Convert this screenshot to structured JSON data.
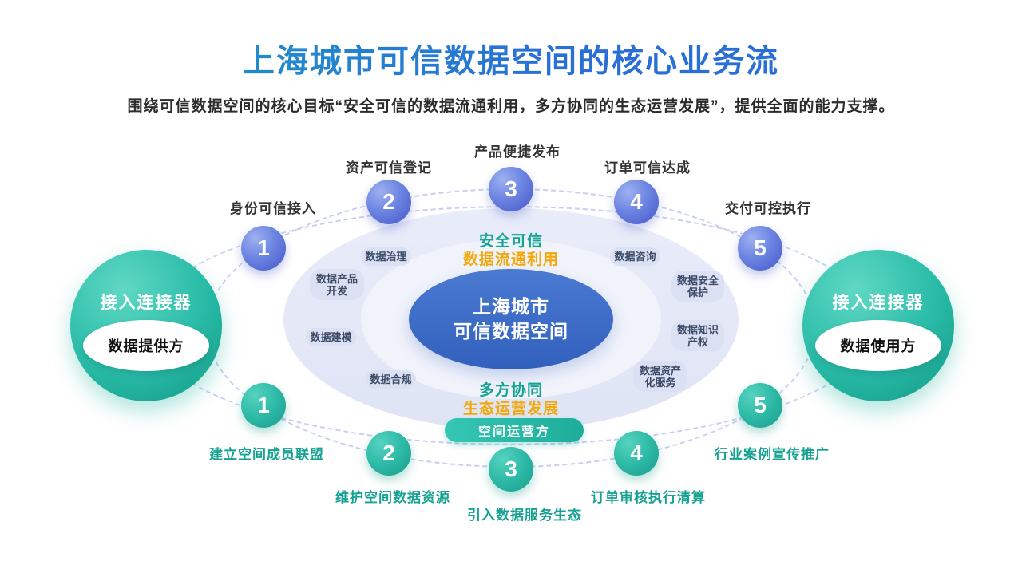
{
  "page": {
    "title": "上海城市可信数据空间的核心业务流",
    "subtitle": "围绕可信数据空间的核心目标“安全可信的数据流通利用，多方协同的生态运营发展”，提供全面的能力支撑。"
  },
  "top_steps": [
    {
      "num": "1",
      "label": "身份可信接入"
    },
    {
      "num": "2",
      "label": "资产可信登记"
    },
    {
      "num": "3",
      "label": "产品便捷发布"
    },
    {
      "num": "4",
      "label": "订单可信达成"
    },
    {
      "num": "5",
      "label": "交付可控执行"
    }
  ],
  "bottom_steps": [
    {
      "num": "1",
      "label": "建立空间成员联盟"
    },
    {
      "num": "2",
      "label": "维护空间数据资源"
    },
    {
      "num": "3",
      "label": "引入数据服务生态"
    },
    {
      "num": "4",
      "label": "订单审核执行清算"
    },
    {
      "num": "5",
      "label": "行业案例宣传推广"
    }
  ],
  "center": {
    "line1": "上海城市",
    "line2": "可信数据空间",
    "top_caption_main": "安全可信",
    "top_caption_sub": "数据流通利用",
    "bottom_caption_main": "多方协同",
    "bottom_caption_sub": "生态运营发展",
    "operator": "空间运营方"
  },
  "capability_pills": [
    {
      "text": "数据治理"
    },
    {
      "text": "数据产品\n开发"
    },
    {
      "text": "数据建模"
    },
    {
      "text": "数据合规"
    },
    {
      "text": "数据咨询"
    },
    {
      "text": "数据安全\n保护"
    },
    {
      "text": "数据知识\n产权"
    },
    {
      "text": "数据资产\n化服务"
    }
  ],
  "connectors": {
    "left": {
      "title": "接入连接器",
      "role": "数据提供方"
    },
    "right": {
      "title": "接入连接器",
      "role": "数据使用方"
    }
  },
  "colors": {
    "blue_step": "#5b74d8",
    "teal_step": "#23b7a3",
    "center_blue": "#3d6cc6",
    "teal_text": "#14a493",
    "orange_text": "#f2a80a"
  }
}
